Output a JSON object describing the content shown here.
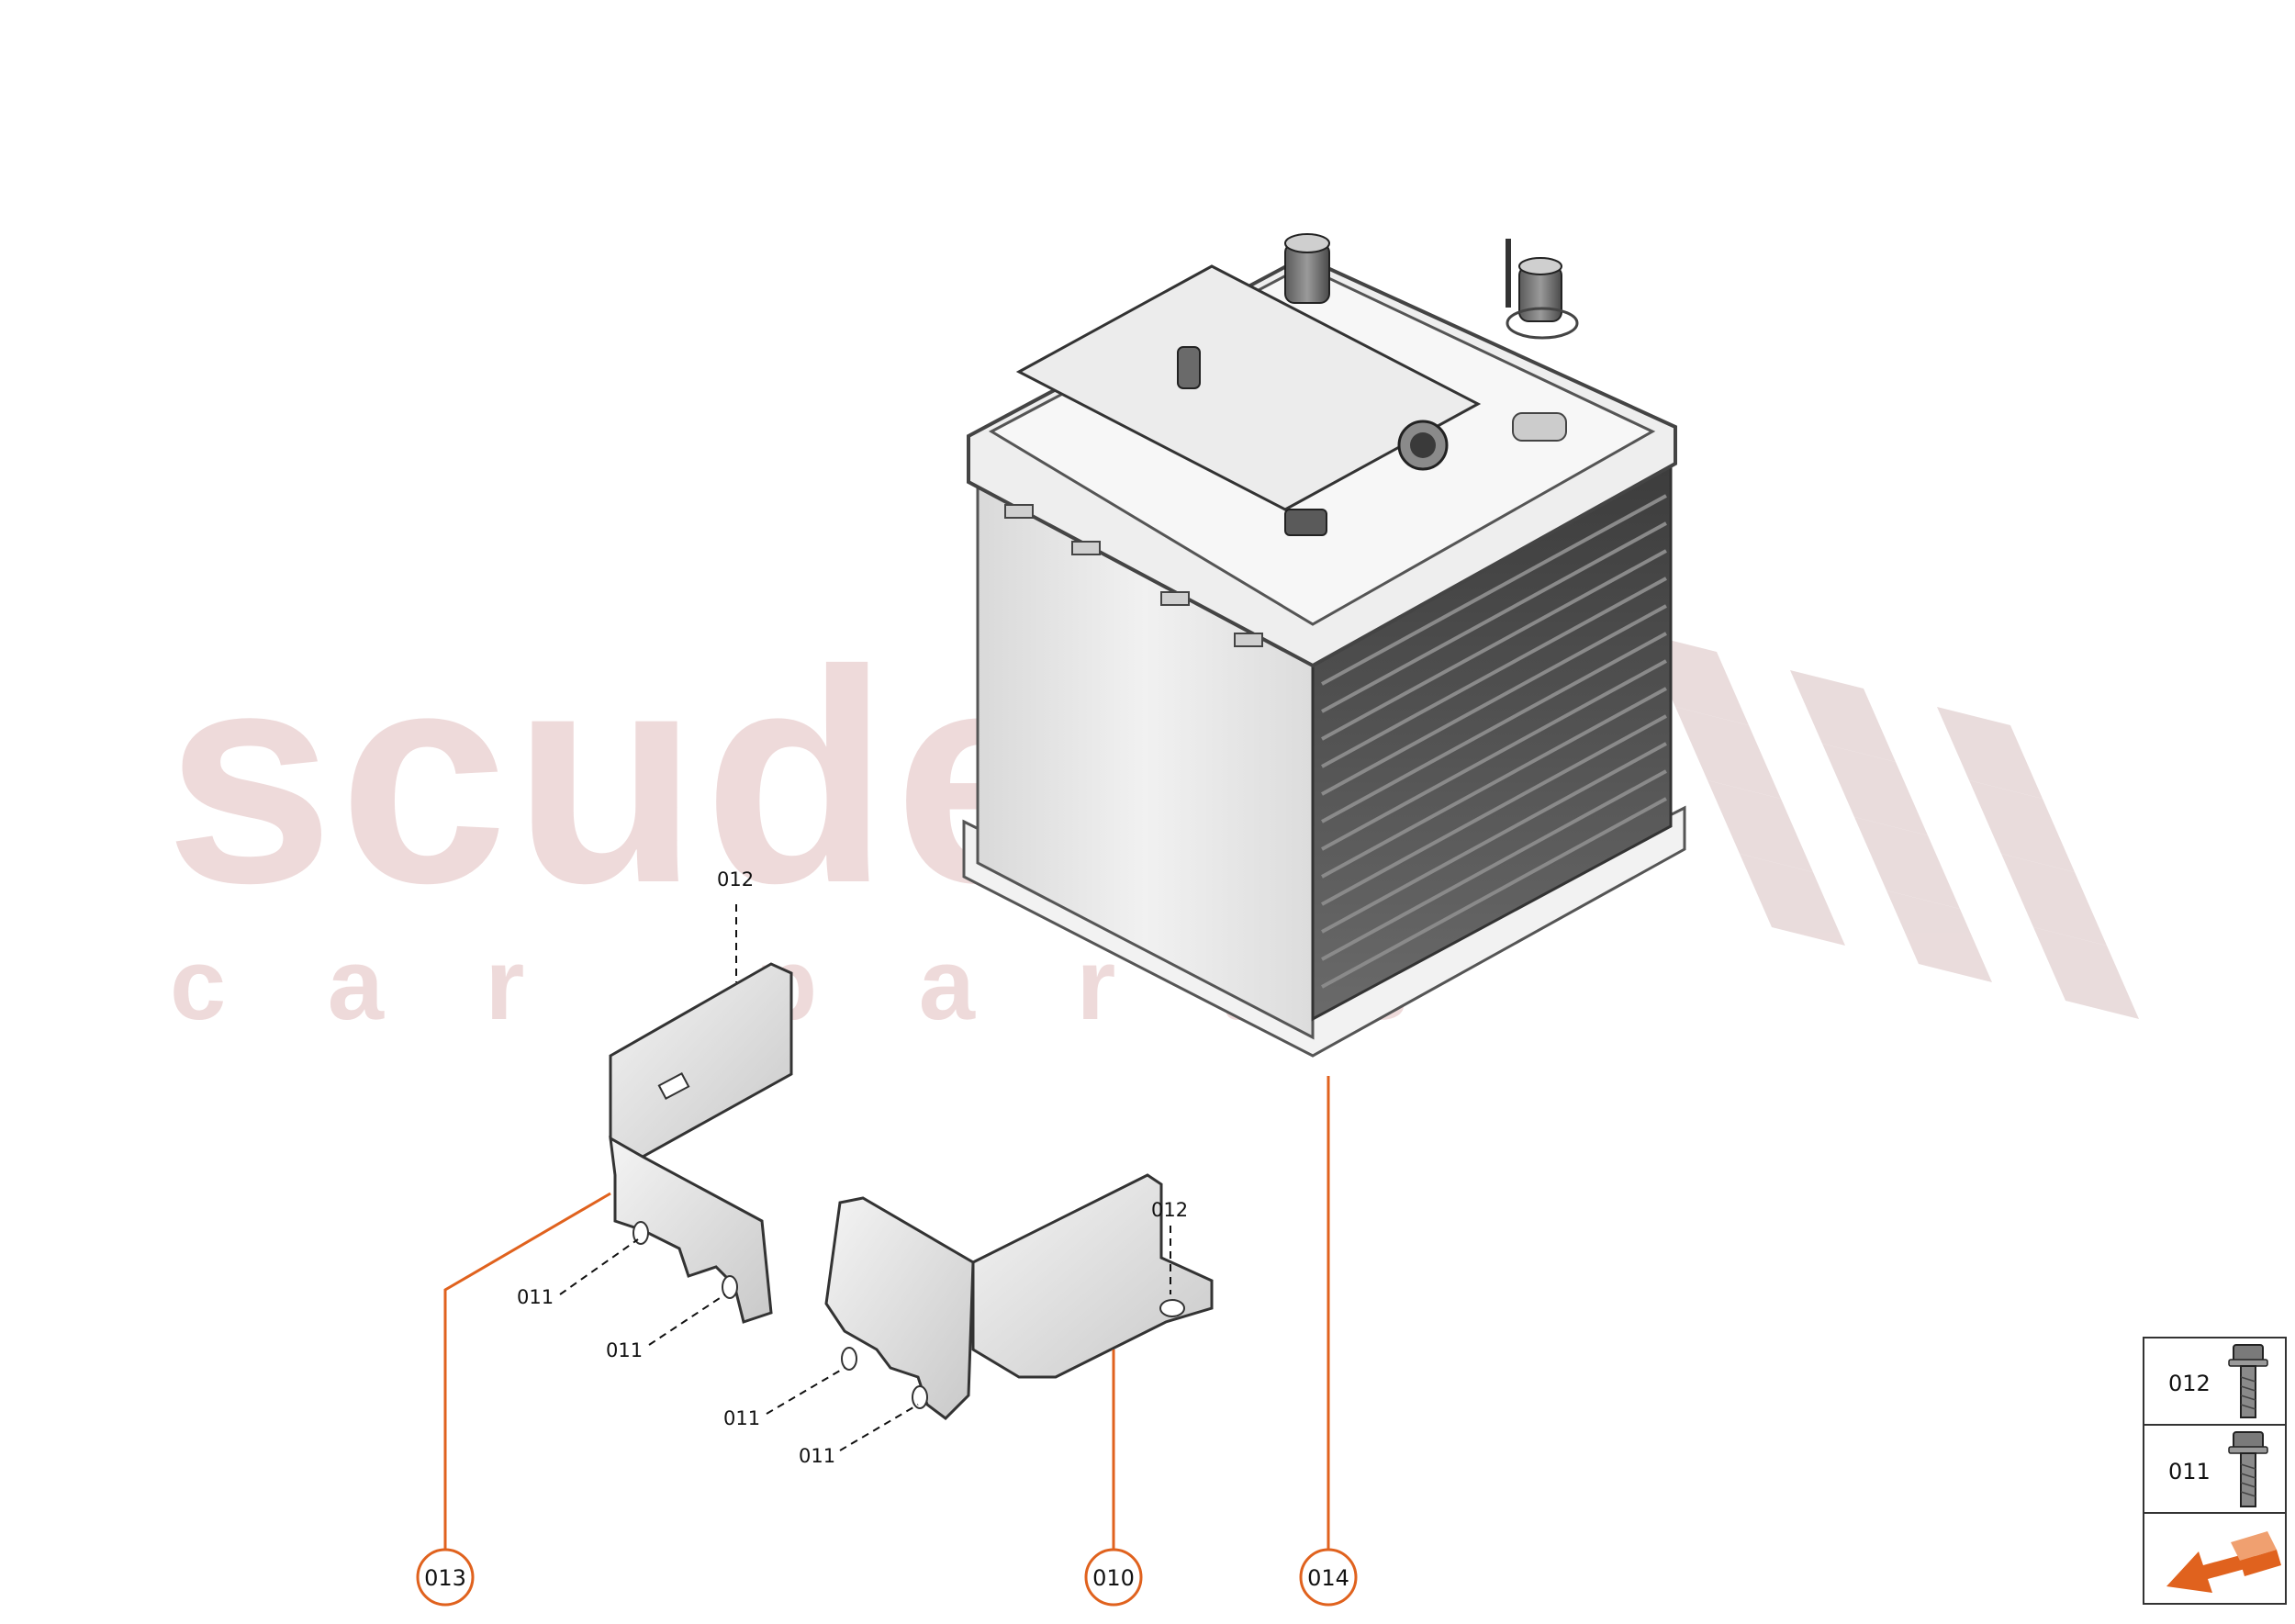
{
  "watermark": {
    "brand": "scuderia",
    "sub": "c a r   p a r t s",
    "color": "#e8c8c8"
  },
  "colors": {
    "callout": "#e0621e",
    "line": "#111111",
    "arrow": "#e0621e"
  },
  "callouts": [
    {
      "id": "013",
      "label": "013"
    },
    {
      "id": "010",
      "label": "010"
    },
    {
      "id": "014",
      "label": "014"
    }
  ],
  "part_labels": {
    "bracket_left_top_screw": "012",
    "bracket_left_hole_1": "011",
    "bracket_left_hole_2": "011",
    "bracket_right_top_screw": "012",
    "bracket_right_hole_1": "011",
    "bracket_right_hole_2": "011"
  },
  "legend": {
    "rows": [
      {
        "code": "012",
        "icon": "bolt-icon"
      },
      {
        "code": "011",
        "icon": "bolt-icon"
      }
    ],
    "footer_icon": "direction-arrow-icon"
  }
}
